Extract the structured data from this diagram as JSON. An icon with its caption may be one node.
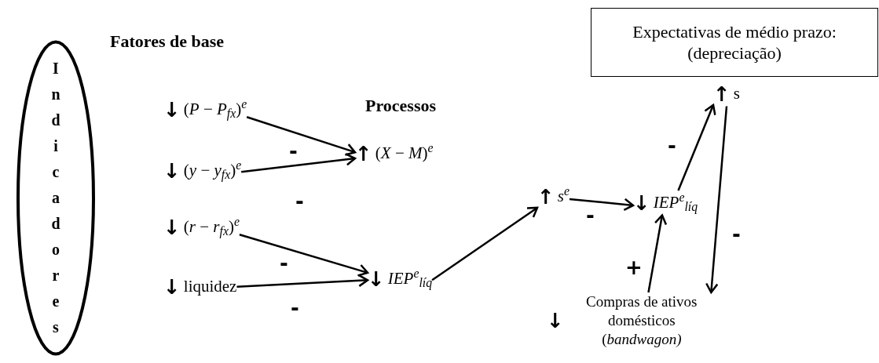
{
  "diagram": {
    "nodes": [
      {
        "text": [
          "Indicadores"
        ]
      },
      {
        "text": [
          "↓",
          "(*P* − *P*$_{fx}$)$^{e}$"
        ]
      },
      {
        "text": [
          "↓",
          "(*y* − *y*$_{fx}$)$^{e}$"
        ]
      },
      {
        "text": [
          "↓",
          "(*r* − *r*$_{fx}$)$^{e}$"
        ]
      },
      {
        "text": [
          "↓",
          "liquidez"
        ]
      },
      {
        "text": [
          "↑",
          "(*X* − *M*)$^{e}$"
        ]
      },
      {
        "text": [
          "↓",
          "*IEP*$^{e}$$_{líq}$"
        ]
      },
      {
        "text": [
          "↑",
          "*s*$^{e}$"
        ]
      },
      {
        "text": [
          "↓",
          "*IEP*$^{e}$$_{líq}$"
        ]
      },
      {
        "text": [
          "↑",
          "s"
        ]
      },
      {
        "text": [
          "Expectativas de médio prazo:",
          "(depreciação)"
        ]
      },
      {
        "text": [
          "↓",
          "Compras de ativos domésticos (*bandwagon)*"
        ]
      }
    ],
    "edges": [
      {
        "from": 1,
        "to": 5,
        "arrow": "to",
        "label": "-"
      },
      {
        "from": 2,
        "to": 5,
        "arrow": "to",
        "label": "-"
      },
      {
        "from": 3,
        "to": 6,
        "arrow": "to",
        "label": "-"
      },
      {
        "from": 4,
        "to": 6,
        "arrow": "to",
        "label": "-"
      },
      {
        "from": 6,
        "to": 7,
        "arrow": "to"
      },
      {
        "from": 7,
        "to": 8,
        "arrow": "to",
        "label": "-"
      },
      {
        "from": 8,
        "to": 9,
        "arrow": "to",
        "label": "-"
      },
      {
        "from": 11,
        "to": 8,
        "arrow": "to",
        "label": "+"
      },
      {
        "from": 9,
        "to": 11,
        "arrow": "to",
        "label": "-"
      }
    ],
    "labels": [
      "Fatores de base",
      "Processos"
    ]
  }
}
